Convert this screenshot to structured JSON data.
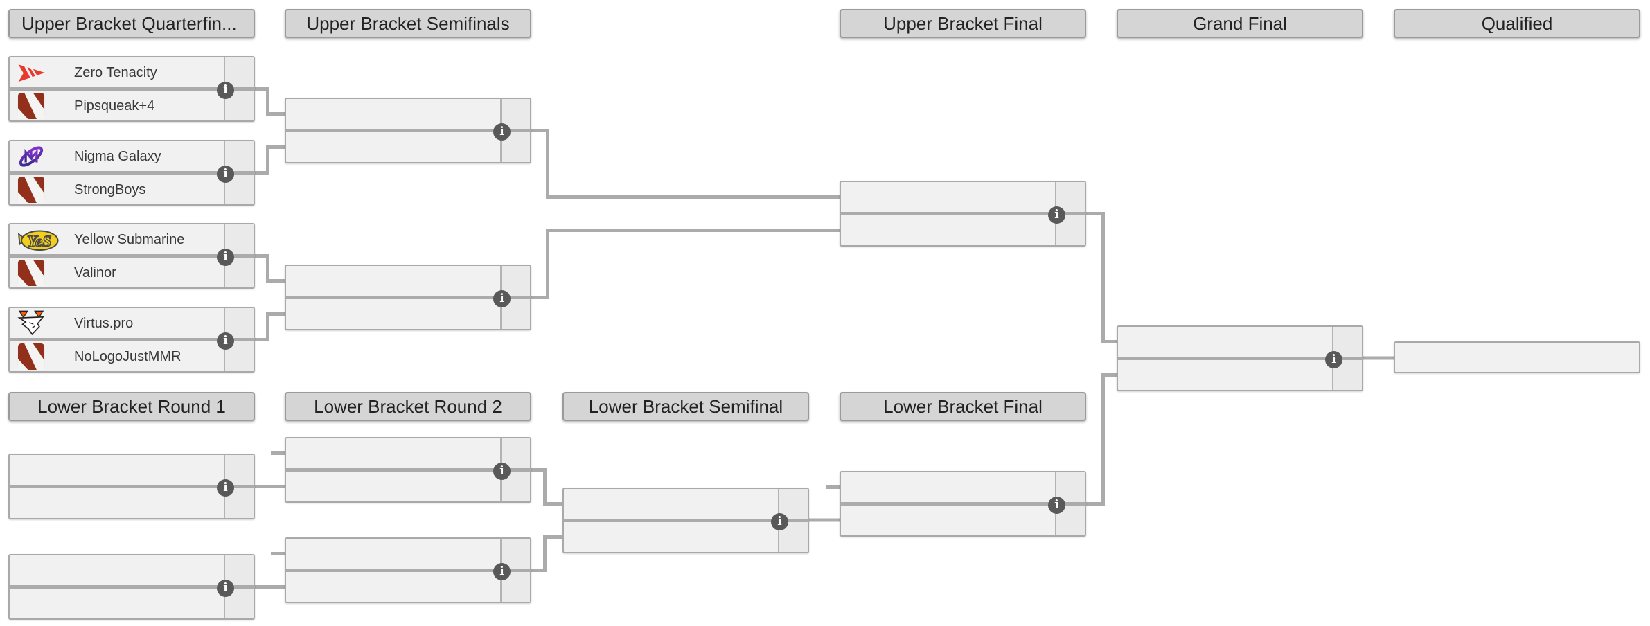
{
  "bracket": {
    "round_headers_top": [
      "Upper Bracket Quarterfin...",
      "Upper Bracket Semifinals",
      "Upper Bracket Final",
      "Grand Final",
      "Qualified"
    ],
    "round_headers_bottom": [
      "Lower Bracket Round 1",
      "Lower Bracket Round 2",
      "Lower Bracket Semifinal",
      "Lower Bracket Final"
    ],
    "matches": {
      "ub_qf1": {
        "top": {
          "name": "Zero Tenacity",
          "logo": "zero-tenacity-logo"
        },
        "bottom": {
          "name": "Pipsqueak+4",
          "logo": "dota2-default-logo"
        }
      },
      "ub_qf2": {
        "top": {
          "name": "Nigma Galaxy",
          "logo": "nigma-galaxy-logo"
        },
        "bottom": {
          "name": "StrongBoys",
          "logo": "dota2-default-logo"
        }
      },
      "ub_qf3": {
        "top": {
          "name": "Yellow Submarine",
          "logo": "yellow-submarine-logo"
        },
        "bottom": {
          "name": "Valinor",
          "logo": "dota2-default-logo"
        }
      },
      "ub_qf4": {
        "top": {
          "name": "Virtus.pro",
          "logo": "virtus-pro-logo"
        },
        "bottom": {
          "name": "NoLogoJustMMR",
          "logo": "dota2-default-logo"
        }
      },
      "ub_sf1": {
        "top": {
          "name": ""
        },
        "bottom": {
          "name": ""
        }
      },
      "ub_sf2": {
        "top": {
          "name": ""
        },
        "bottom": {
          "name": ""
        }
      },
      "ub_final": {
        "top": {
          "name": ""
        },
        "bottom": {
          "name": ""
        }
      },
      "grand_final": {
        "top": {
          "name": ""
        },
        "bottom": {
          "name": ""
        }
      },
      "lb_r1m1": {
        "top": {
          "name": ""
        },
        "bottom": {
          "name": ""
        }
      },
      "lb_r1m2": {
        "top": {
          "name": ""
        },
        "bottom": {
          "name": ""
        }
      },
      "lb_r2m1": {
        "top": {
          "name": ""
        },
        "bottom": {
          "name": ""
        }
      },
      "lb_r2m2": {
        "top": {
          "name": ""
        },
        "bottom": {
          "name": ""
        }
      },
      "lb_sf": {
        "top": {
          "name": ""
        },
        "bottom": {
          "name": ""
        }
      },
      "lb_final": {
        "top": {
          "name": ""
        },
        "bottom": {
          "name": ""
        }
      }
    },
    "qualified_slot": {
      "name": ""
    },
    "info_icon_glyph": "i"
  },
  "colors": {
    "page_bg": "#ffffff",
    "header_bg": "#d5d5d5",
    "header_border": "#9a9a9a",
    "header_text": "#222222",
    "match_bg": "#f1f1f1",
    "match_border": "#a9a9a9",
    "score_col_bg": "#eaeaea",
    "score_col_border": "#b3b3b3",
    "connector": "#ababab",
    "info_icon_bg": "#595959",
    "info_icon_text": "#ffffff",
    "team_text": "#383838",
    "dota_default_red": "#93301c",
    "zero_tenacity_red": "#e8392e",
    "nigma_purple_dark": "#312a86",
    "nigma_purple_light": "#8b35d6",
    "yellow_submarine_yellow": "#f2cf1d",
    "virtus_pro_orange": "#ff5c00"
  }
}
